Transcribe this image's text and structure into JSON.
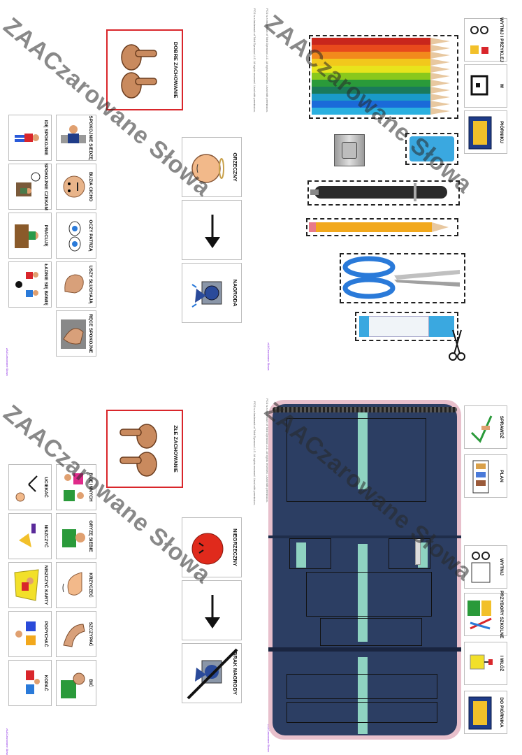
{
  "watermark": "ZAACzarowane Słowa",
  "footer_brand": "zAACzarowane Słowa",
  "pcs_notice": "PCS is a trademark of Tobii Dynavox LLC. All rights reserved. Used with permission.",
  "q1": {
    "title": "DOBRE ZACHOWANIE",
    "top_row": [
      "SPOKOJNIE SIEDZĘ",
      "BUZIA CICHO",
      "OCZY PATRZĄ",
      "USZY SŁUCHAJĄ",
      "RĘCE SPOKOJNE"
    ],
    "bottom_row": [
      "IDĘ SPOKOJNIE",
      "SPOKOJNIE CZEKAM",
      "PRACUJĘ",
      "ŁADNIE SIĘ BAWIĘ"
    ],
    "seq": [
      "GRZECZNY",
      "",
      "NAGRODA"
    ]
  },
  "q2": {
    "instructions": [
      "WYTNIJ I PRZYKLEJ",
      "W",
      "PIÓRNIKU"
    ]
  },
  "q3": {
    "title": "ZŁE ZACHOWANIE",
    "top_row": [
      "BIJĘ INNYCH",
      "GRYZĘ SIEBIE",
      "KRZYCZEĆ",
      "SZCZYPAĆ",
      "BIĆ"
    ],
    "bottom_row": [
      "UCIEKAĆ",
      "NISZCZYĆ",
      "NISZCZYĆ KARTY",
      "POPYCHAĆ",
      "KOPAĆ"
    ],
    "seq": [
      "NIEGRZECZNY",
      "",
      "BRAK NAGRODY"
    ]
  },
  "q4": {
    "top_cards": [
      "SPRAWDŹ",
      "PLAN"
    ],
    "bottom_cards": [
      "WYTNIJ",
      "PRZYBORY SZKOLNE",
      "I WŁÓŻ",
      "DO PIÓRNIKA"
    ]
  },
  "colors": {
    "frame_red": "#d9262b",
    "case_navy": "#2c3e63",
    "strap_mint": "#8fd3c1",
    "footer_purple": "#8a2be2"
  }
}
